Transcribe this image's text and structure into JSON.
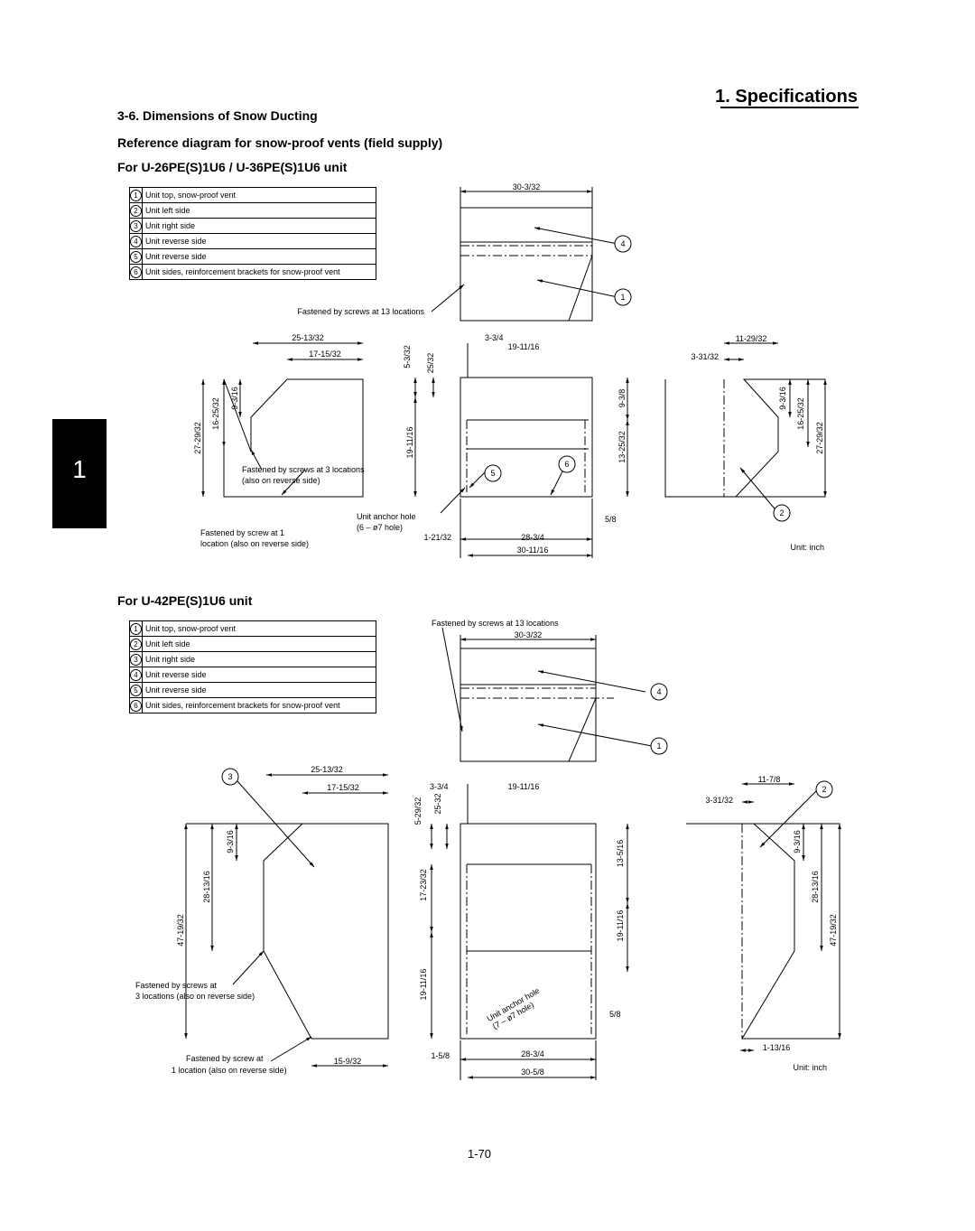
{
  "header": {
    "title": "1. Specifications"
  },
  "section": {
    "heading": "3-6. Dimensions of Snow Ducting",
    "subheading": "Reference diagram for snow-proof vents (field supply)",
    "unit_a_heading": "For U-26PE(S)1U6 / U-36PE(S)1U6 unit",
    "unit_b_heading": "For U-42PE(S)1U6 unit"
  },
  "side_tab": {
    "label": "1"
  },
  "legend": [
    {
      "num": "1",
      "text": "Unit top, snow-proof vent"
    },
    {
      "num": "2",
      "text": "Unit left side"
    },
    {
      "num": "3",
      "text": "Unit right side"
    },
    {
      "num": "4",
      "text": "Unit reverse side"
    },
    {
      "num": "5",
      "text": "Unit reverse side"
    },
    {
      "num": "6",
      "text": "Unit sides, reinforcement brackets for snow-proof vent"
    }
  ],
  "diagram_a": {
    "top_width": "30-3/32",
    "note_top": "Fastened by screws at 13 locations",
    "callout_4": "4",
    "callout_1": "1",
    "left_w1": "25-13/32",
    "left_w2": "17-15/32",
    "left_h1": "9-3/16",
    "left_h2": "16-25/32",
    "left_h3": "27-29/32",
    "note_screws3": "Fastened by screws at 3 locations",
    "note_screws3b": "(also on reverse side)",
    "note_screw1": "Fastened by screw at 1",
    "note_screw1b": "location (also on reverse side)",
    "front_3_3_4": "3-3/4",
    "front_19_11_16": "19-11/16",
    "front_5_3_32": "5-3/32",
    "front_25_32": "25/32",
    "front_9_3_8": "9-3/8",
    "front_19_11_16v": "19-11/16",
    "front_13_25_32": "13-25/32",
    "callout_5": "5",
    "callout_6": "6",
    "anchor_note": "Unit anchor hole",
    "anchor_note2": "(6 – ø7 hole)",
    "front_1_21_32": "1-21/32",
    "front_28_3_4": "28-3/4",
    "front_5_8": "5/8",
    "front_30_11_16": "30-11/16",
    "right_11_29_32": "11-29/32",
    "right_3_31_32": "3-31/32",
    "right_9_3_16": "9-3/16",
    "right_16_25_32": "16-25/32",
    "right_27_29_32": "27-29/32",
    "callout_2": "2",
    "unit_label": "Unit: inch"
  },
  "diagram_b": {
    "note_top": "Fastened by screws at 13 locations",
    "top_width": "30-3/32",
    "callout_4": "4",
    "callout_1": "1",
    "callout_3": "3",
    "left_w1": "25-13/32",
    "left_w2": "17-15/32",
    "left_h1": "9-3/16",
    "left_h2": "28-13/16",
    "left_h3": "47-19/32",
    "note_screws3": "Fastened by screws at",
    "note_screws3b": "3 locations (also on reverse side)",
    "note_screw1": "Fastened by screw at",
    "note_screw1b": "1 location (also on reverse side)",
    "left_15_9_32": "15-9/32",
    "front_3_3_4": "3-3/4",
    "front_19_11_16": "19-11/16",
    "front_5_29_32": "5-29/32",
    "front_25_32": "25-32",
    "front_17_23_32": "17-23/32",
    "front_19_11_16v": "19-11/16",
    "front_13_5_16": "13-5/16",
    "front_19_11_16r": "19-11/16",
    "anchor_note": "Unit anchor hole",
    "anchor_note2": "(7 – ø7 hole)",
    "front_5_8": "5/8",
    "front_1_5_8": "1-5/8",
    "front_28_3_4": "28-3/4",
    "front_30_5_8": "30-5/8",
    "right_11_7_8": "11-7/8",
    "right_3_31_32": "3-31/32",
    "callout_2": "2",
    "right_9_3_16": "9-3/16",
    "right_28_13_16": "28-13/16",
    "right_47_19_32": "47-19/32",
    "right_1_13_16": "1-13/16",
    "unit_label": "Unit: inch"
  },
  "footer": {
    "page_number": "1-70"
  }
}
